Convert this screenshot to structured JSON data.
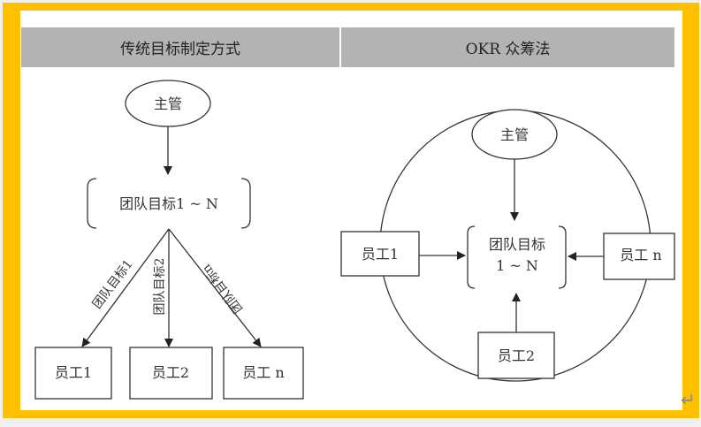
{
  "colors": {
    "frame": "#ffc000",
    "header_bg": "#b3b3b3",
    "line": "#333333"
  },
  "left": {
    "title": "传统目标制定方式",
    "supervisor": "主管",
    "team_goals": "团队目标1 ~ N",
    "arrow_labels": [
      "团队目标1",
      "团队目标2",
      "团队目标n"
    ],
    "employees": [
      "员工1",
      "员工2",
      "员工 n"
    ]
  },
  "right": {
    "title": "OKR 众筹法",
    "supervisor": "主管",
    "team_goals_line1": "团队目标",
    "team_goals_line2": "1 ~ N",
    "employees": {
      "e1": "员工1",
      "e2": "员工2",
      "en": "员工 n"
    }
  },
  "return_mark": "↵"
}
